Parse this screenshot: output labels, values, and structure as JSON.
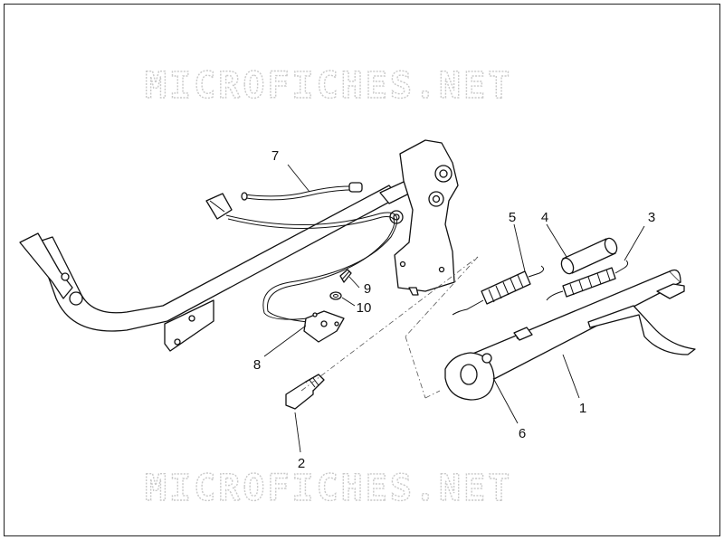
{
  "watermark": {
    "top_text": "MICROFICHES.NET",
    "bottom_text": "MICROFICHES.NET"
  },
  "callouts": {
    "c1": "1",
    "c2": "2",
    "c3": "3",
    "c4": "4",
    "c5": "5",
    "c6": "6",
    "c7": "7",
    "c8": "8",
    "c9": "9",
    "c10": "10"
  },
  "colors": {
    "line": "#111111",
    "watermark": "#c9c9c9",
    "background": "#ffffff"
  }
}
